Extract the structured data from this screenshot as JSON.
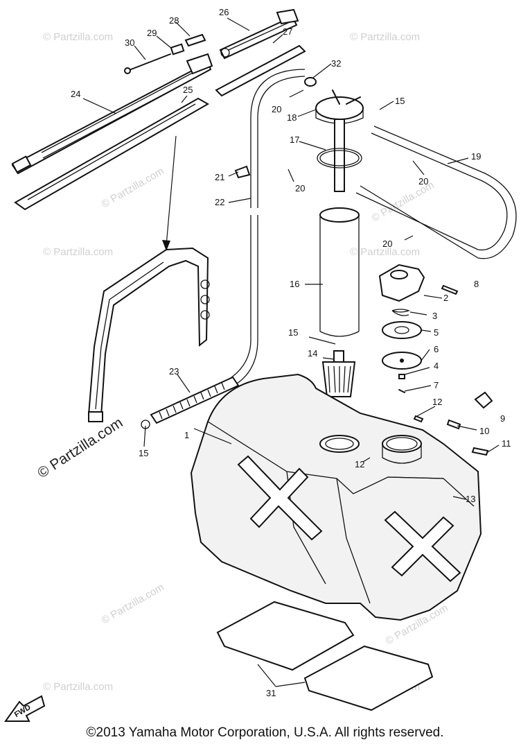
{
  "callouts": [
    "1",
    "2",
    "3",
    "4",
    "5",
    "6",
    "7",
    "8",
    "9",
    "10",
    "11",
    "12",
    "12",
    "13",
    "14",
    "15",
    "15",
    "15",
    "16",
    "17",
    "18",
    "19",
    "20",
    "20",
    "20",
    "20",
    "21",
    "22",
    "23",
    "24",
    "25",
    "26",
    "27",
    "28",
    "29",
    "30",
    "31",
    "32"
  ],
  "watermark": "© Partzilla.com",
  "fwd_label": "FWD",
  "copyright": "©2013  Yamaha Motor Corporation, U.S.A. All rights reserved."
}
